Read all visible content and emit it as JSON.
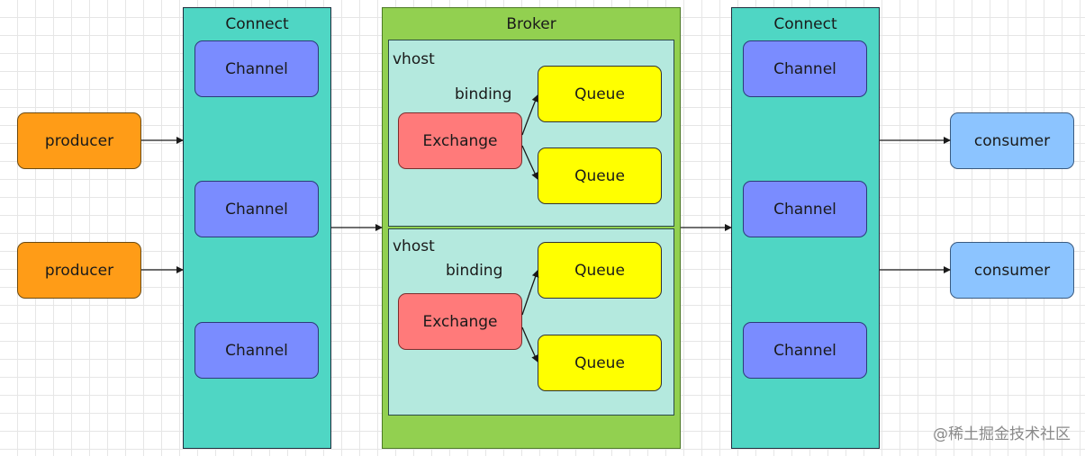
{
  "diagram": {
    "producers": [
      "producer",
      "producer"
    ],
    "consumers": [
      "consumer",
      "consumer"
    ],
    "connect_left": {
      "title": "Connect",
      "channels": [
        "Channel",
        "Channel",
        "Channel"
      ]
    },
    "connect_right": {
      "title": "Connect",
      "channels": [
        "Channel",
        "Channel",
        "Channel"
      ]
    },
    "broker": {
      "title": "Broker",
      "vhosts": [
        {
          "label": "vhost",
          "binding_label": "binding",
          "exchange": "Exchange",
          "queues": [
            "Queue",
            "Queue"
          ]
        },
        {
          "label": "vhost",
          "binding_label": "binding",
          "exchange": "Exchange",
          "queues": [
            "Queue",
            "Queue"
          ]
        }
      ]
    },
    "colors": {
      "connect": "#4fd6c4",
      "broker": "#92d050",
      "vhost": "#b4e9de",
      "channel": "#7a8cff",
      "producer": "#ff9c17",
      "consumer": "#8cc4ff",
      "exchange": "#ff7a7a",
      "queue": "#ffff00"
    }
  },
  "watermark": "@稀土掘金技术社区"
}
